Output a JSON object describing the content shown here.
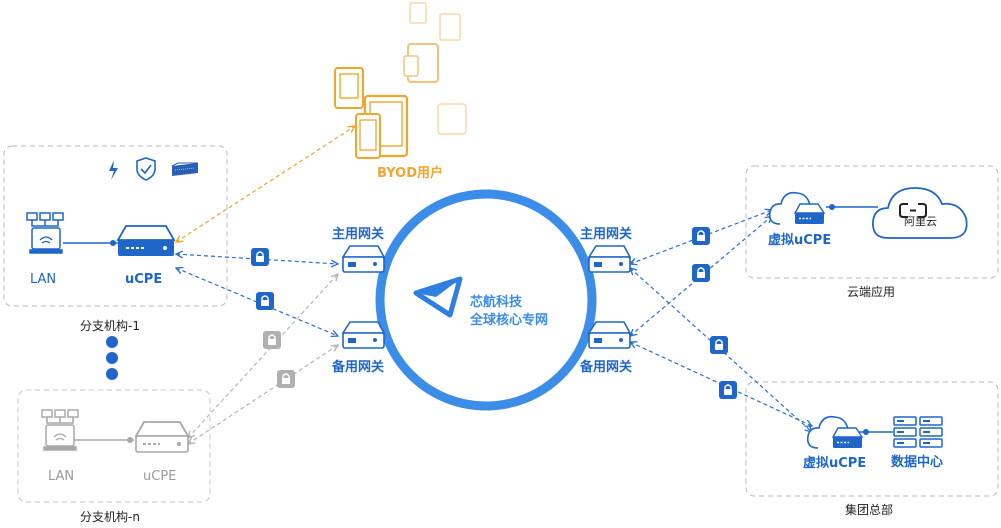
{
  "brand": {
    "line1": "芯航科技",
    "line2": "全球核心专网"
  },
  "byod": {
    "label": "BYOD用户"
  },
  "branch1": {
    "title": "分支机构-1",
    "lan": "LAN",
    "ucpe": "uCPE"
  },
  "branchN": {
    "title": "分支机构-n",
    "lan": "LAN",
    "ucpe": "uCPE"
  },
  "gateways": {
    "left_main": "主用网关",
    "left_backup": "备用网关",
    "right_main": "主用网关",
    "right_backup": "备用网关"
  },
  "cloud": {
    "title": "云端应用",
    "vucpe": "虚拟uCPE",
    "provider": "阿里云"
  },
  "hq": {
    "title": "集团总部",
    "vucpe": "虚拟uCPE",
    "datacenter": "数据中心"
  },
  "colors": {
    "primary": "#1f66c9",
    "ring": "#3c8de8",
    "orange": "#f0a52c",
    "gray": "#a8a8a8"
  },
  "icons": [
    "lightning-icon",
    "shield-check-icon",
    "server-rack-icon",
    "lock-icon",
    "cloud-icon",
    "router-icon",
    "tablet-icon",
    "data-server-icon"
  ]
}
